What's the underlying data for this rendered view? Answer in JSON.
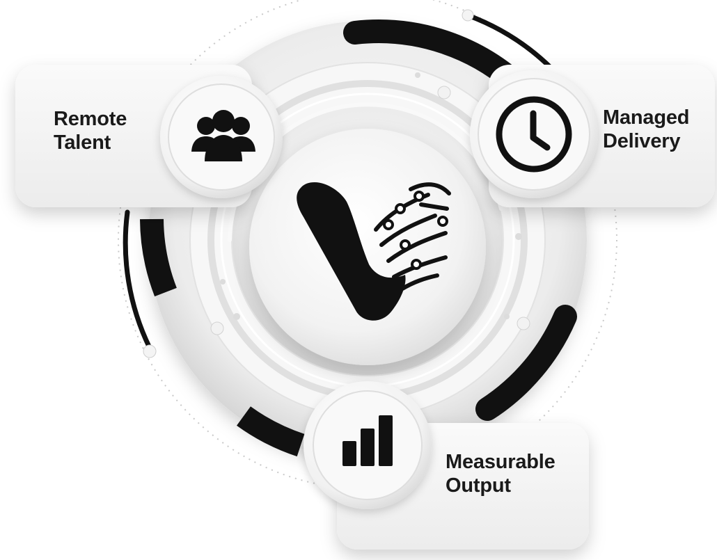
{
  "diagram": {
    "center_icon": "v-circuit-logo-icon",
    "nodes": [
      {
        "id": "remote-talent",
        "icon": "team-icon",
        "label_lines": [
          "Remote",
          "Talent"
        ]
      },
      {
        "id": "managed-delivery",
        "icon": "clock-icon",
        "label_lines": [
          "Managed",
          "Delivery"
        ]
      },
      {
        "id": "measurable-output",
        "icon": "bar-chart-icon",
        "label_lines": [
          "Measurable",
          "Output"
        ]
      }
    ],
    "colors": {
      "background": "#ffffff",
      "panel": "#f3f3f3",
      "ring": "#e6e6e6",
      "accent": "#111111",
      "text": "#1a1a1a"
    }
  }
}
